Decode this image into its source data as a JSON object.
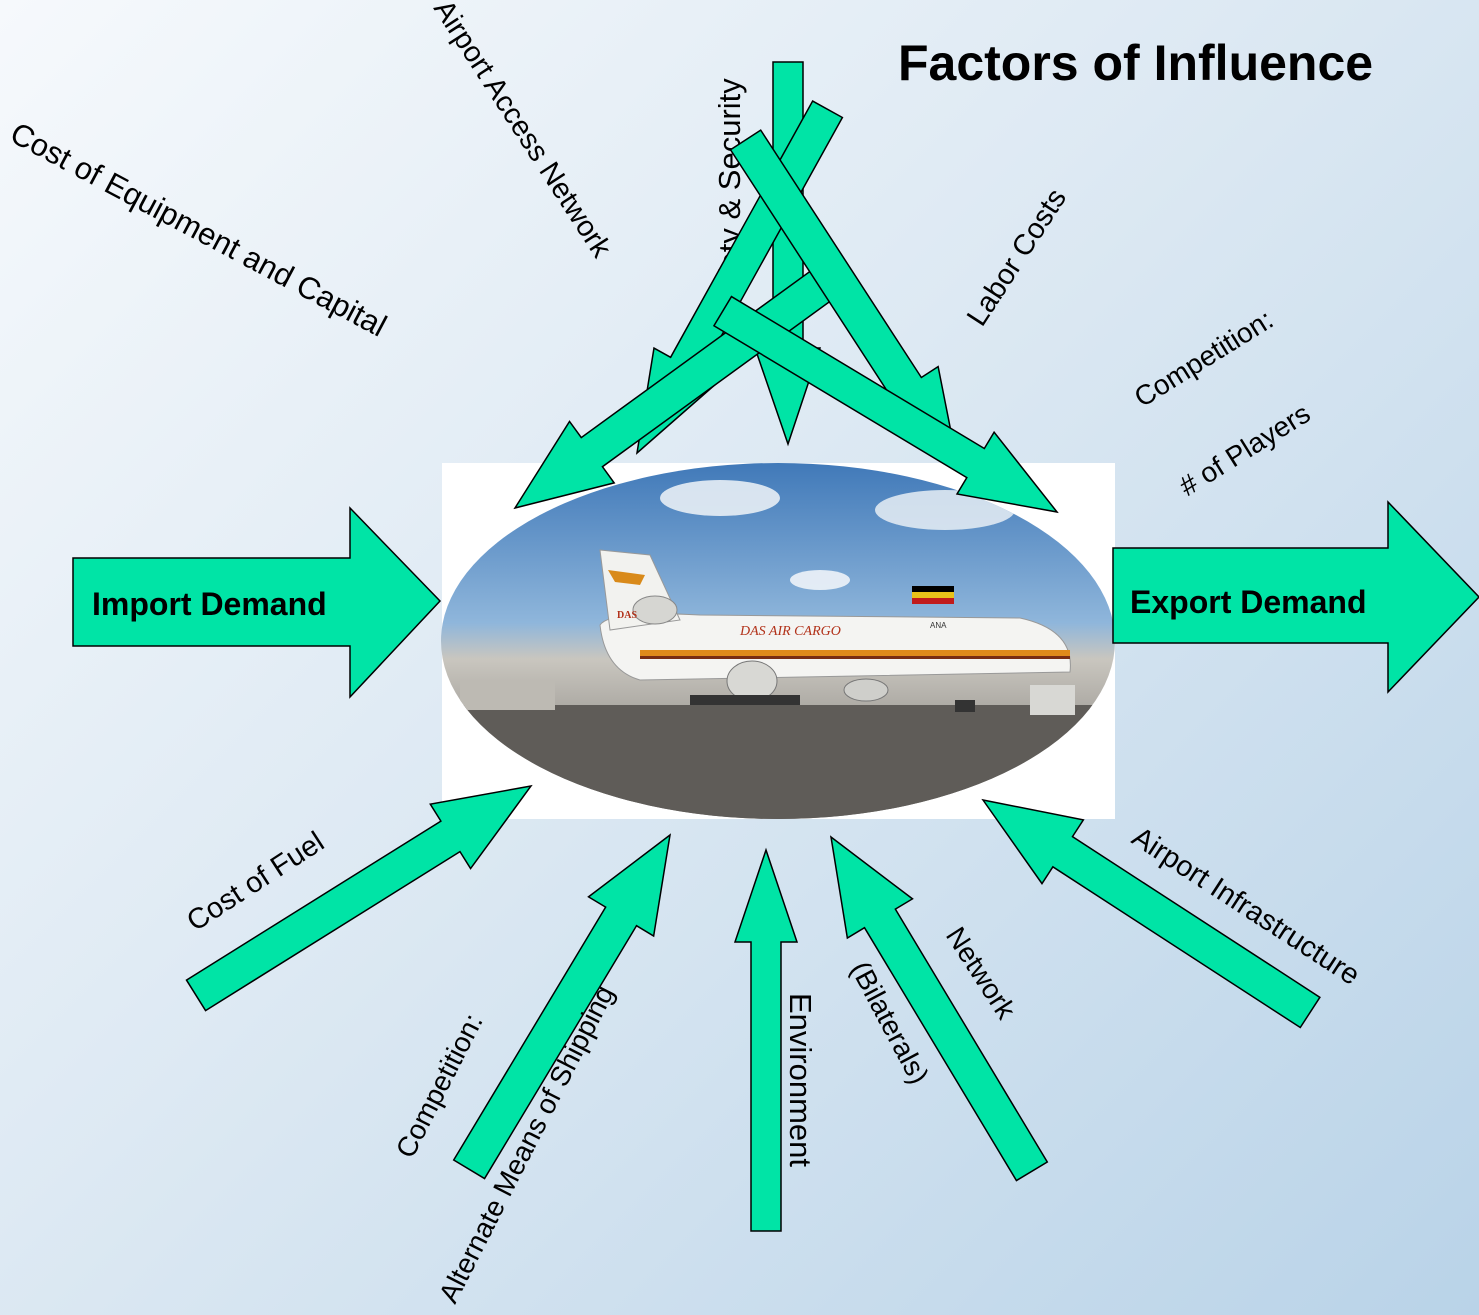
{
  "title": "Factors of Influence",
  "center": {
    "image": "cargo-airplane-photo",
    "aircraft_livery": "DAS AIR CARGO",
    "tail_logo": "DAS",
    "engine_badge": "ANA"
  },
  "factors": {
    "import_demand": "Import Demand",
    "export_demand": "Export Demand",
    "cost_equipment": "Cost of Equipment and Capital",
    "airport_access": "Airport Access Network",
    "safety_security": "Safety & Security",
    "labor_costs": "Labor Costs",
    "competition_players": [
      "Competition:",
      "# of Players"
    ],
    "airport_infrastructure": "Airport Infrastructure",
    "network_bilaterals": [
      "Network",
      "(Bilaterals)"
    ],
    "environment": "Environment",
    "competition_shipping": [
      "Competition:",
      "Alternate Means of Shipping"
    ],
    "cost_fuel": "Cost of Fuel"
  },
  "colors": {
    "arrow_fill": "#00E4A6",
    "arrow_stroke": "#000000"
  }
}
